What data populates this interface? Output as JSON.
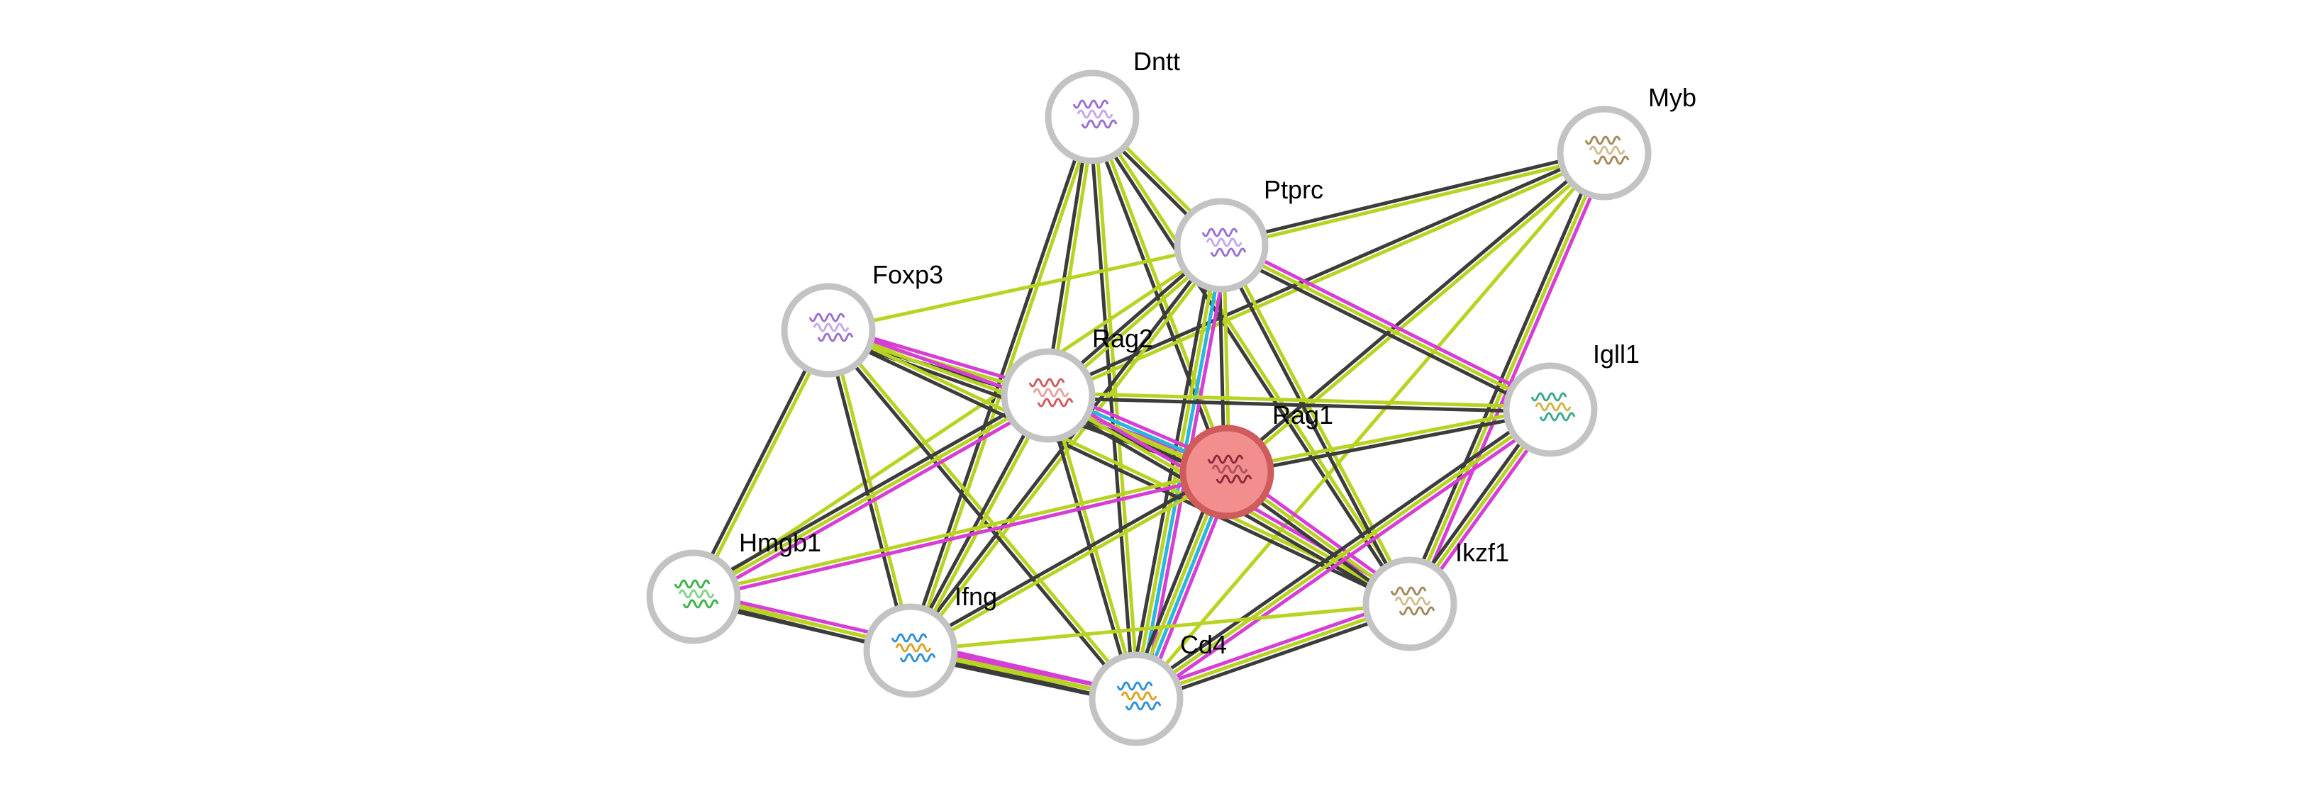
{
  "network": {
    "nodes": [
      {
        "id": "dntt",
        "label": "Dntt",
        "query": false,
        "thumb": "purple"
      },
      {
        "id": "myb",
        "label": "Myb",
        "query": false,
        "thumb": "tan"
      },
      {
        "id": "ptprc",
        "label": "Ptprc",
        "query": false,
        "thumb": "purple"
      },
      {
        "id": "foxp3",
        "label": "Foxp3",
        "query": false,
        "thumb": "purple"
      },
      {
        "id": "rag2",
        "label": "Rag2",
        "query": false,
        "thumb": "red"
      },
      {
        "id": "igll1",
        "label": "Igll1",
        "query": false,
        "thumb": "teal"
      },
      {
        "id": "rag1",
        "label": "Rag1",
        "query": true,
        "thumb": "darkred"
      },
      {
        "id": "hmgb1",
        "label": "Hmgb1",
        "query": false,
        "thumb": "green"
      },
      {
        "id": "ikzf1",
        "label": "Ikzf1",
        "query": false,
        "thumb": "tan"
      },
      {
        "id": "ifng",
        "label": "Ifng",
        "query": false,
        "thumb": "rainbow"
      },
      {
        "id": "cd4",
        "label": "Cd4",
        "query": false,
        "thumb": "rainbow"
      }
    ],
    "edges": [
      {
        "a": "dntt",
        "b": "ptprc",
        "types": [
          "textmining",
          "coexpression"
        ]
      },
      {
        "a": "dntt",
        "b": "rag2",
        "types": [
          "textmining",
          "coexpression"
        ]
      },
      {
        "a": "dntt",
        "b": "rag1",
        "types": [
          "textmining",
          "coexpression"
        ]
      },
      {
        "a": "dntt",
        "b": "ifng",
        "types": [
          "textmining",
          "coexpression"
        ]
      },
      {
        "a": "dntt",
        "b": "cd4",
        "types": [
          "textmining",
          "coexpression"
        ]
      },
      {
        "a": "dntt",
        "b": "ikzf1",
        "types": [
          "textmining",
          "coexpression"
        ]
      },
      {
        "a": "myb",
        "b": "ptprc",
        "types": [
          "textmining",
          "coexpression"
        ]
      },
      {
        "a": "myb",
        "b": "rag2",
        "types": [
          "textmining",
          "coexpression"
        ]
      },
      {
        "a": "myb",
        "b": "rag1",
        "types": [
          "textmining",
          "coexpression"
        ]
      },
      {
        "a": "myb",
        "b": "ikzf1",
        "types": [
          "experiments",
          "textmining",
          "coexpression"
        ]
      },
      {
        "a": "myb",
        "b": "cd4",
        "types": [
          "textmining"
        ]
      },
      {
        "a": "ptprc",
        "b": "foxp3",
        "types": [
          "textmining"
        ]
      },
      {
        "a": "ptprc",
        "b": "rag2",
        "types": [
          "textmining",
          "coexpression"
        ]
      },
      {
        "a": "ptprc",
        "b": "rag1",
        "types": [
          "textmining",
          "coexpression"
        ]
      },
      {
        "a": "ptprc",
        "b": "igll1",
        "types": [
          "experiments",
          "textmining",
          "coexpression"
        ]
      },
      {
        "a": "ptprc",
        "b": "ikzf1",
        "types": [
          "textmining",
          "coexpression"
        ]
      },
      {
        "a": "ptprc",
        "b": "cd4",
        "types": [
          "database",
          "experiments",
          "textmining",
          "coexpression"
        ]
      },
      {
        "a": "ptprc",
        "b": "ifng",
        "types": [
          "textmining",
          "coexpression"
        ]
      },
      {
        "a": "ptprc",
        "b": "hmgb1",
        "types": [
          "textmining"
        ]
      },
      {
        "a": "foxp3",
        "b": "rag2",
        "types": [
          "experiments",
          "textmining",
          "coexpression"
        ]
      },
      {
        "a": "foxp3",
        "b": "rag1",
        "types": [
          "experiments",
          "textmining",
          "coexpression"
        ]
      },
      {
        "a": "foxp3",
        "b": "hmgb1",
        "types": [
          "textmining",
          "coexpression"
        ]
      },
      {
        "a": "foxp3",
        "b": "ifng",
        "types": [
          "textmining",
          "coexpression"
        ]
      },
      {
        "a": "foxp3",
        "b": "cd4",
        "types": [
          "textmining",
          "coexpression"
        ]
      },
      {
        "a": "foxp3",
        "b": "ikzf1",
        "types": [
          "textmining",
          "coexpression"
        ]
      },
      {
        "a": "rag2",
        "b": "rag1",
        "types": [
          "database",
          "experiments",
          "textmining",
          "coexpression"
        ]
      },
      {
        "a": "rag2",
        "b": "igll1",
        "types": [
          "textmining",
          "coexpression"
        ]
      },
      {
        "a": "rag2",
        "b": "hmgb1",
        "types": [
          "experiments",
          "textmining",
          "coexpression"
        ]
      },
      {
        "a": "rag2",
        "b": "ifng",
        "types": [
          "textmining",
          "coexpression"
        ]
      },
      {
        "a": "rag2",
        "b": "cd4",
        "types": [
          "textmining",
          "coexpression"
        ]
      },
      {
        "a": "rag2",
        "b": "ikzf1",
        "types": [
          "experiments",
          "textmining",
          "coexpression"
        ]
      },
      {
        "a": "rag1",
        "b": "igll1",
        "types": [
          "textmining",
          "coexpression"
        ]
      },
      {
        "a": "rag1",
        "b": "hmgb1",
        "types": [
          "experiments",
          "textmining"
        ]
      },
      {
        "a": "rag1",
        "b": "ifng",
        "types": [
          "textmining",
          "coexpression"
        ]
      },
      {
        "a": "rag1",
        "b": "cd4",
        "types": [
          "database",
          "experiments",
          "textmining",
          "coexpression"
        ]
      },
      {
        "a": "rag1",
        "b": "ikzf1",
        "types": [
          "experiments",
          "textmining",
          "coexpression"
        ]
      },
      {
        "a": "igll1",
        "b": "ikzf1",
        "types": [
          "experiments",
          "textmining",
          "coexpression"
        ]
      },
      {
        "a": "igll1",
        "b": "cd4",
        "types": [
          "experiments",
          "textmining",
          "coexpression"
        ]
      },
      {
        "a": "hmgb1",
        "b": "ifng",
        "types": [
          "textmining",
          "coexpression"
        ]
      },
      {
        "a": "hmgb1",
        "b": "cd4",
        "types": [
          "experiments",
          "textmining",
          "coexpression"
        ]
      },
      {
        "a": "ifng",
        "b": "cd4",
        "types": [
          "experiments",
          "textmining",
          "coexpression"
        ]
      },
      {
        "a": "ifng",
        "b": "ikzf1",
        "types": [
          "textmining"
        ]
      },
      {
        "a": "cd4",
        "b": "ikzf1",
        "types": [
          "experiments",
          "textmining",
          "coexpression"
        ]
      }
    ],
    "colors": {
      "textmining": "#b8d321",
      "coexpression": "#3c3c3c",
      "experiments": "#d63ed6",
      "database": "#28b6e0",
      "node_ring": "#c3c3c3",
      "query_fill": "#f28e8e",
      "query_ring": "#cf5b5b"
    }
  }
}
